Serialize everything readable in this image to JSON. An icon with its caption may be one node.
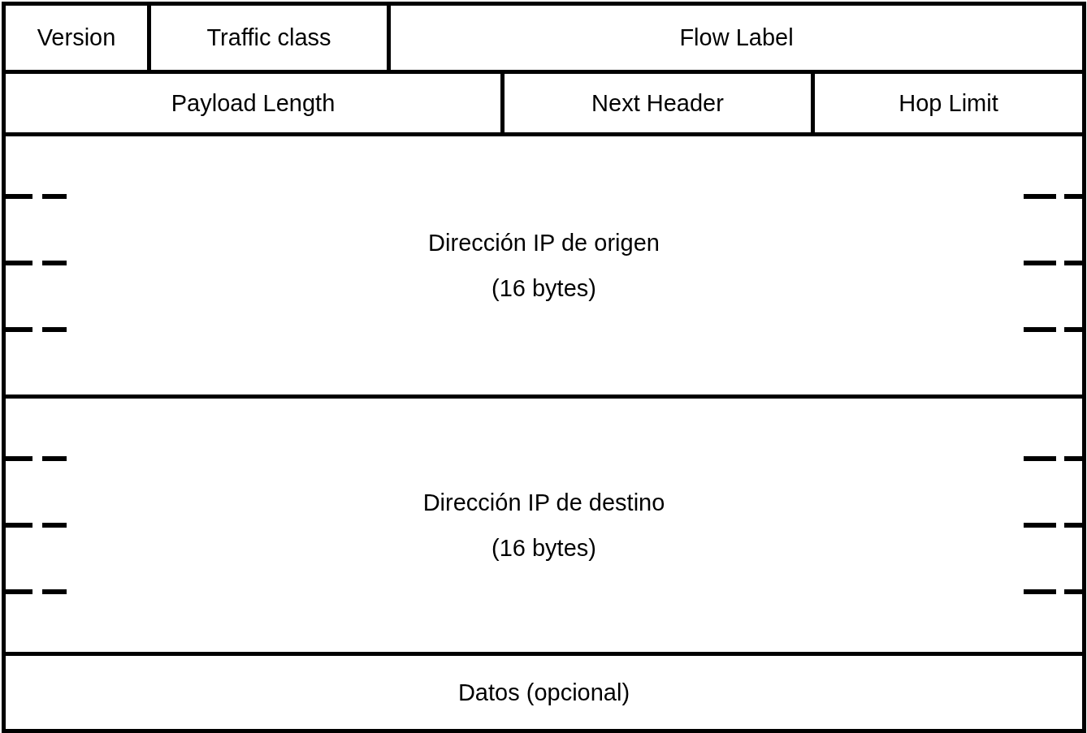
{
  "diagram": {
    "nodes": [
      {
        "text": [
          "Version"
        ]
      },
      {
        "text": [
          "Traffic class"
        ]
      },
      {
        "text": [
          "Flow Label"
        ]
      },
      {
        "text": [
          "Payload Length"
        ]
      },
      {
        "text": [
          "Next Header"
        ]
      },
      {
        "text": [
          "Hop Limit"
        ]
      },
      {
        "text": [
          "Dirección IP de origen",
          "(16 bytes)"
        ]
      },
      {
        "text": [
          "Dirección IP de destino",
          "(16 bytes)"
        ]
      },
      {
        "text": [
          "Datos (opcional)"
        ]
      }
    ]
  }
}
